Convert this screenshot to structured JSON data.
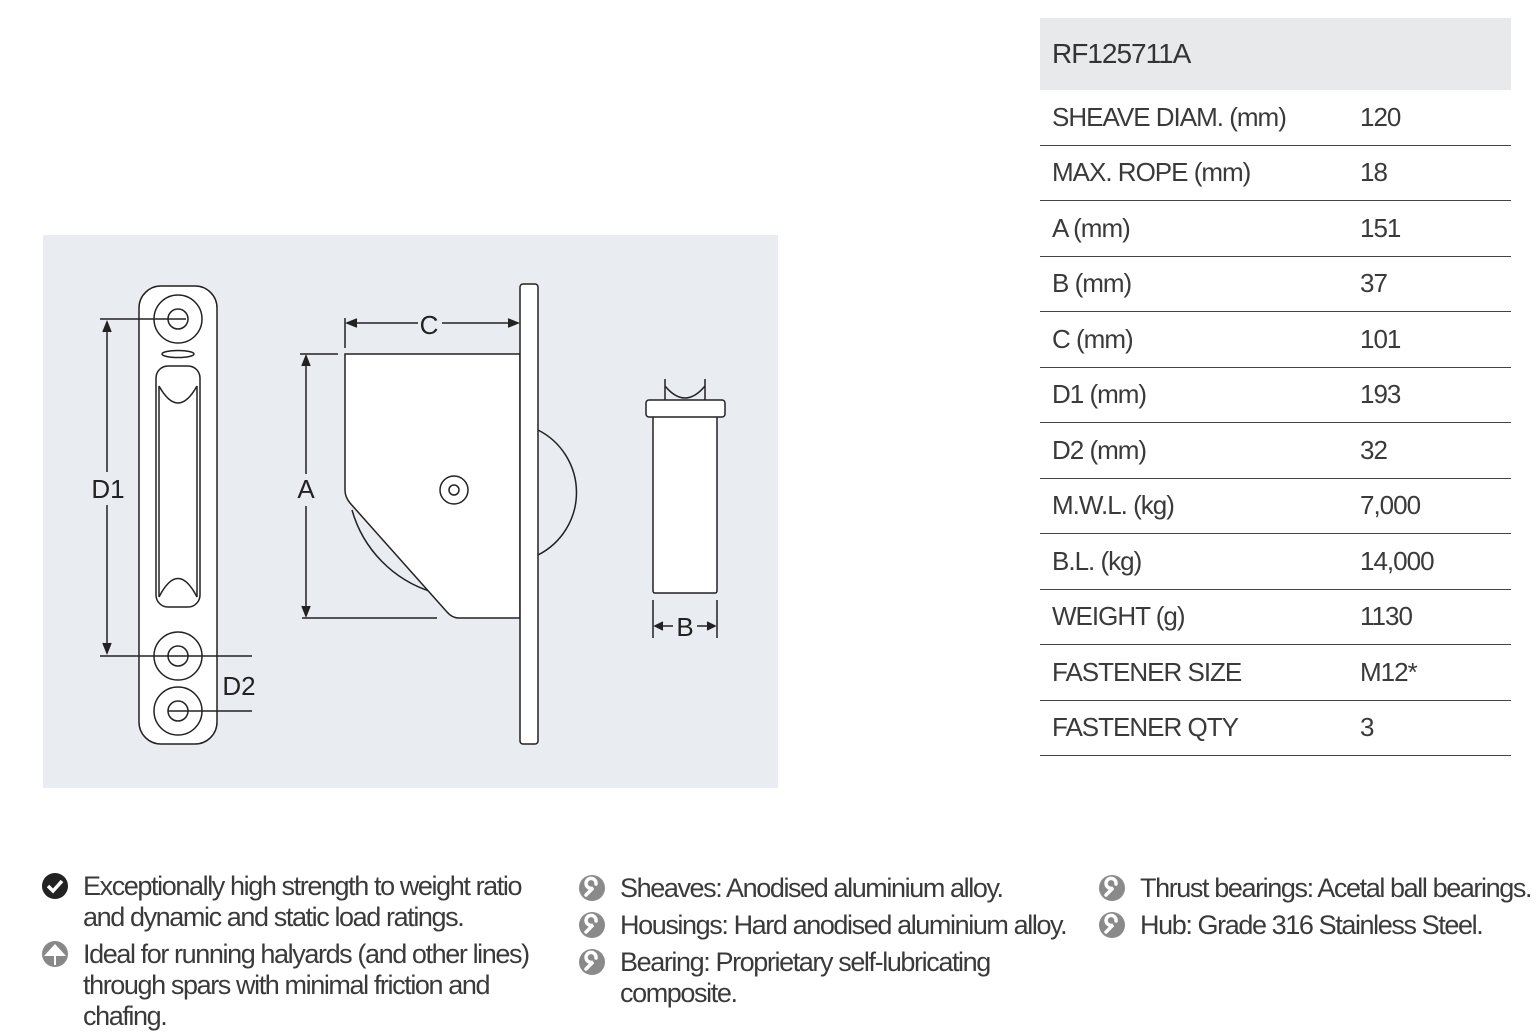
{
  "drawing": {
    "labels": {
      "c": "C",
      "a": "A",
      "d1": "D1",
      "d2": "D2",
      "b": "B"
    }
  },
  "specs": {
    "model": "RF125711A",
    "rows": [
      {
        "label": "SHEAVE DIAM. (mm)",
        "value": "120"
      },
      {
        "label": "MAX. ROPE (mm)",
        "value": "18"
      },
      {
        "label": "A (mm)",
        "value": "151"
      },
      {
        "label": "B (mm)",
        "value": "37"
      },
      {
        "label": "C (mm)",
        "value": "101"
      },
      {
        "label": "D1 (mm)",
        "value": "193"
      },
      {
        "label": "D2 (mm)",
        "value": "32"
      },
      {
        "label": "M.W.L. (kg)",
        "value": "7,000"
      },
      {
        "label": "B.L. (kg)",
        "value": "14,000"
      },
      {
        "label": "WEIGHT (g)",
        "value": "1130"
      },
      {
        "label": "FASTENER SIZE",
        "value": "M12*"
      },
      {
        "label": "FASTENER QTY",
        "value": "3"
      }
    ]
  },
  "features": [
    {
      "icon": "check-circle-icon",
      "text": "Exceptionally high strength to weight ratio and dynamic and static load ratings."
    },
    {
      "icon": "sail-icon",
      "text": "Ideal for running halyards (and other lines) through spars with minimal friction and chafing."
    }
  ],
  "materials": [
    {
      "icon": "wrench-icon",
      "text": "Sheaves: Anodised aluminium alloy."
    },
    {
      "icon": "wrench-icon",
      "text": "Housings: Hard anodised aluminium alloy."
    },
    {
      "icon": "wrench-icon",
      "text": "Bearing: Proprietary self-lubricating composite."
    },
    {
      "icon": "wrench-icon",
      "text": "Thrust bearings: Acetal ball bearings."
    },
    {
      "icon": "wrench-icon",
      "text": "Hub: Grade 316 Stainless Steel."
    }
  ],
  "colors": {
    "panel": "#e9ecf0",
    "header": "#e8e9eb",
    "line": "#333333"
  }
}
